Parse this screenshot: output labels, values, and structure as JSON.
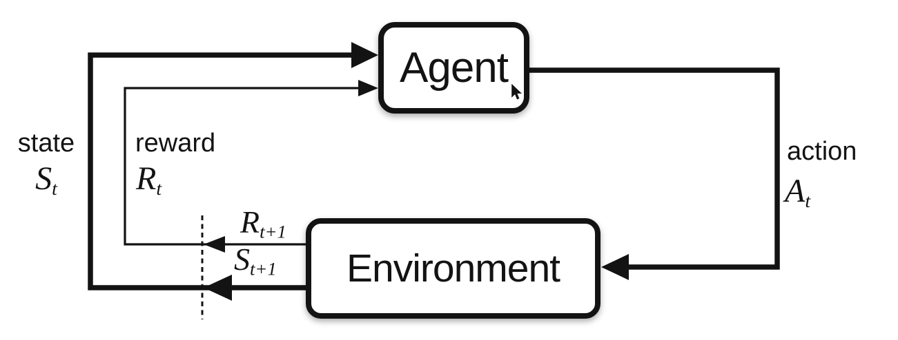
{
  "diagram": {
    "nodes": {
      "agent": {
        "label": "Agent"
      },
      "environment": {
        "label": "Environment"
      }
    },
    "signals": {
      "state": {
        "word": "state",
        "symbol": "S",
        "subscript": "t"
      },
      "reward": {
        "word": "reward",
        "symbol": "R",
        "subscript": "t"
      },
      "action": {
        "word": "action",
        "symbol": "A",
        "subscript": "t"
      },
      "next_reward": {
        "symbol": "R",
        "subscript": "t+1"
      },
      "next_state": {
        "symbol": "S",
        "subscript": "t+1"
      }
    },
    "icons": {
      "cursor": "mouse-pointer"
    },
    "colors": {
      "ink": "#131313",
      "box_fill": "#ffffff",
      "background": "#ffffff"
    }
  }
}
